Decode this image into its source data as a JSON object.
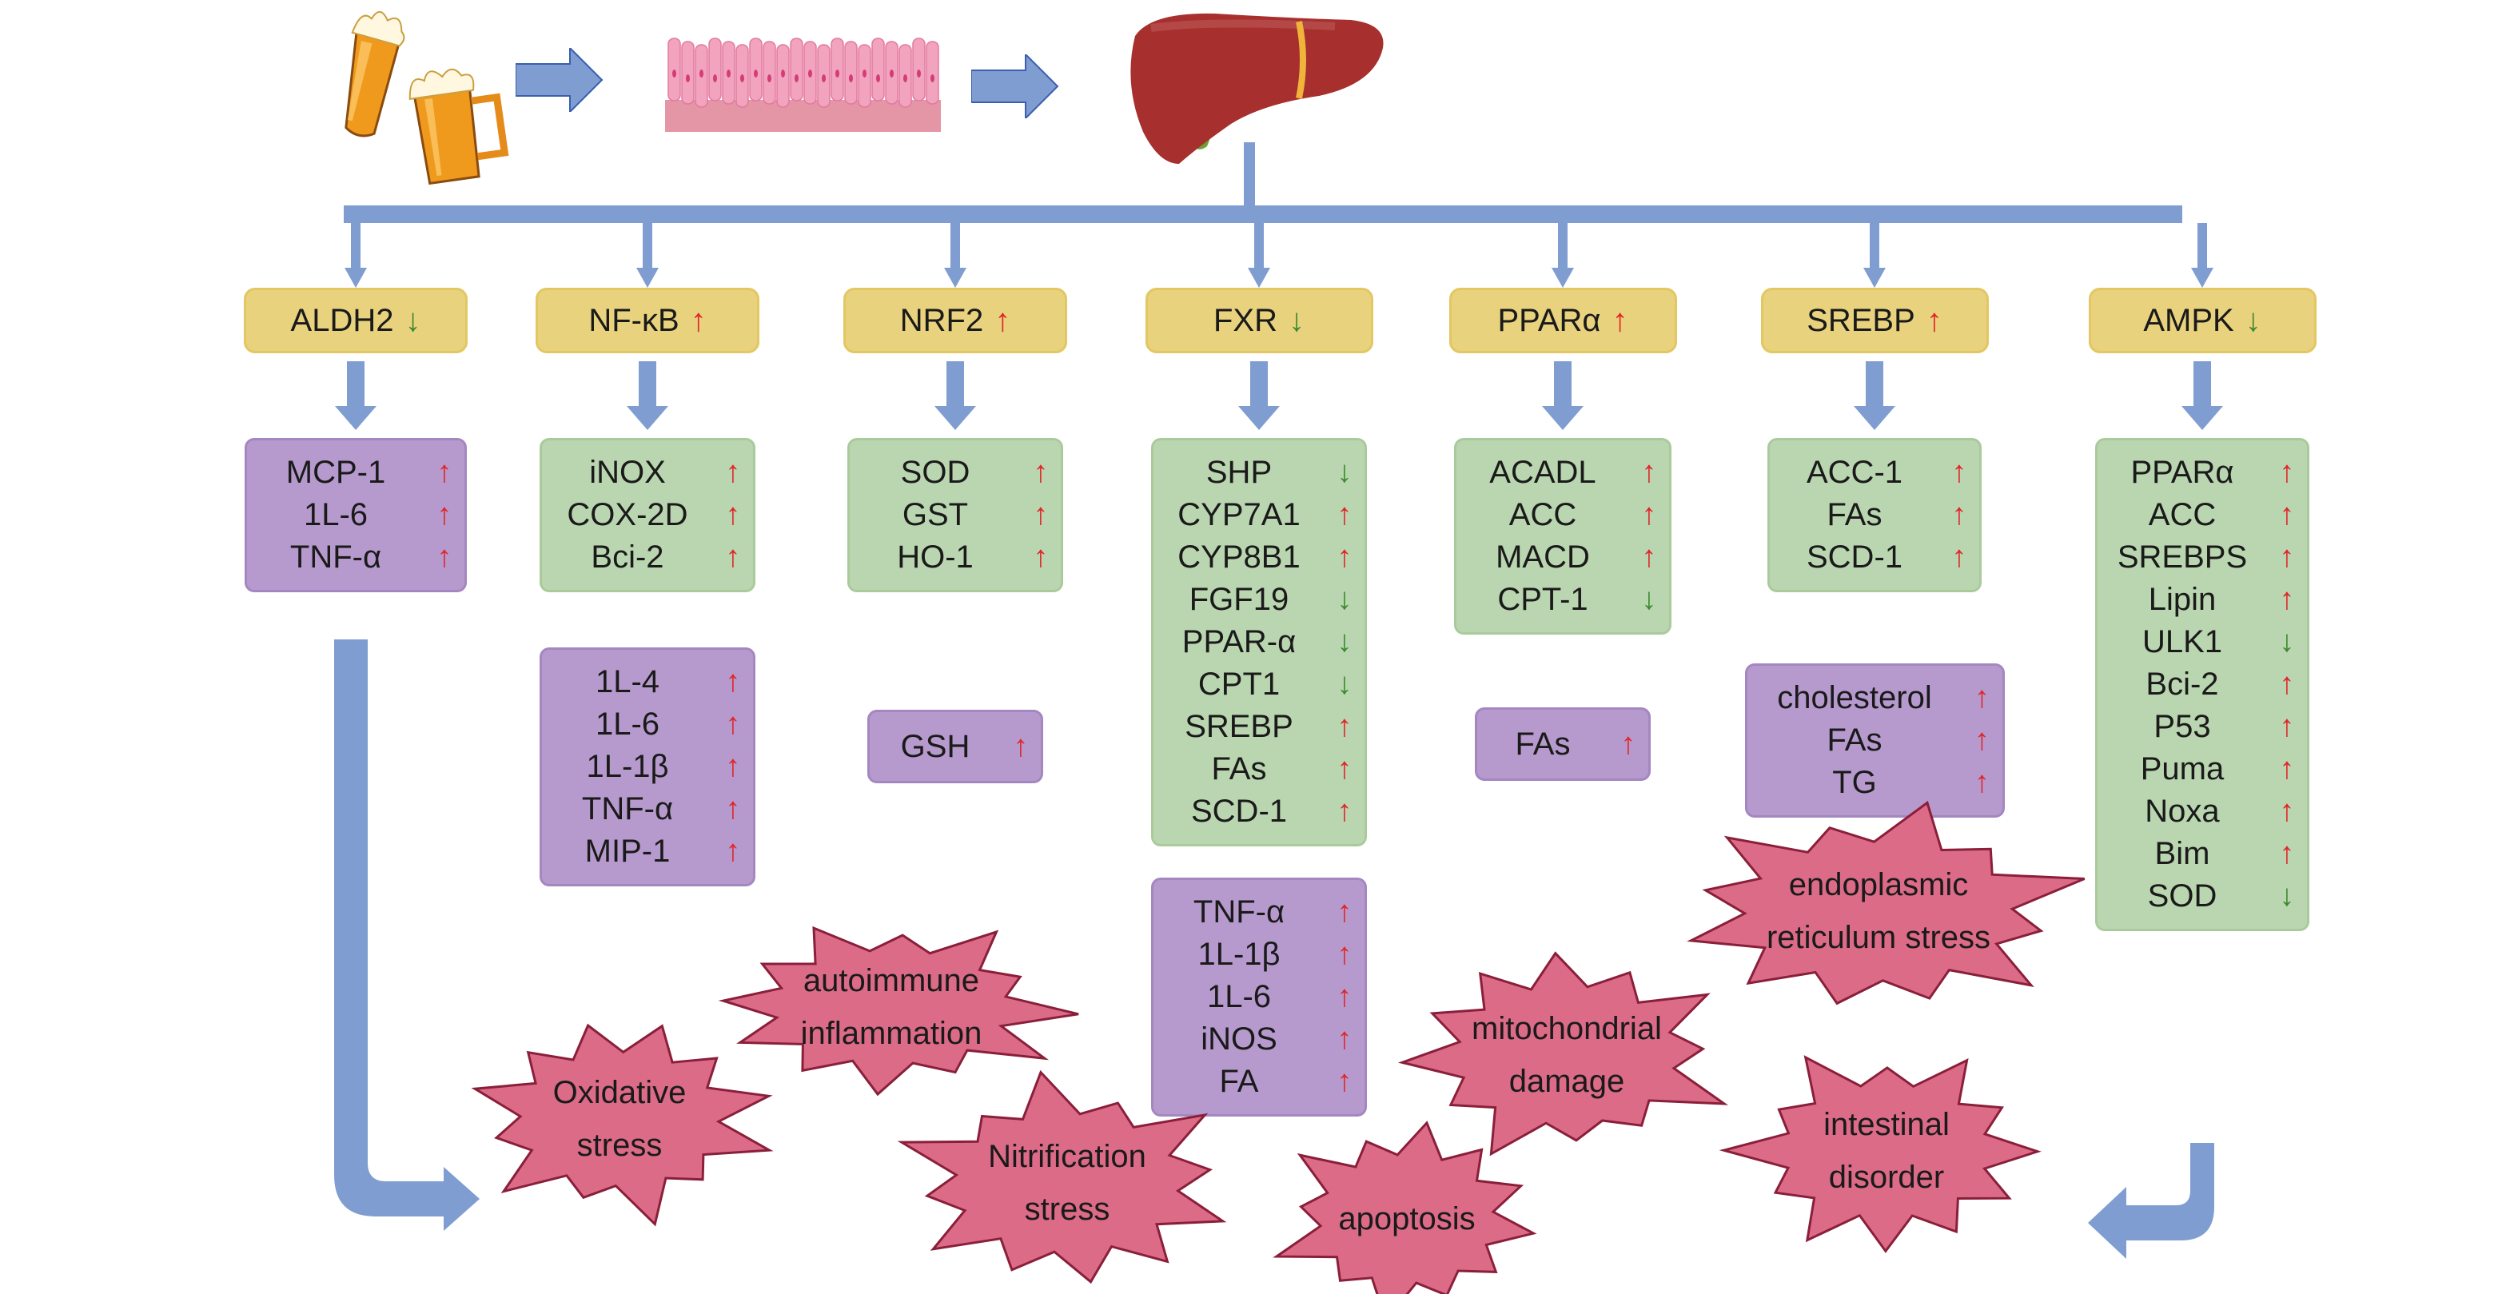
{
  "title": "Alcohol-induced liver injury signaling pathways",
  "top_flow": [
    {
      "name": "beer-mugs",
      "label": "Alcohol (beer)"
    },
    {
      "name": "intestinal-epithelium",
      "label": "Intestinal epithelium"
    },
    {
      "name": "liver",
      "label": "Liver"
    }
  ],
  "colors": {
    "arrow_blue": "#7f9dd0",
    "gene_box": "#e9d27d",
    "green_box": "#bad6b0",
    "purple_box": "#b69acd",
    "burst": "#dc6b88",
    "burst_stroke": "#8a1f3a",
    "up_arrow": "#e0262a",
    "down_arrow": "#3b8a2e"
  },
  "pathways": [
    {
      "gene": "ALDH2",
      "direction": "down",
      "boxes": [
        {
          "color": "purple",
          "items": [
            {
              "label": "MCP-1",
              "direction": "up"
            },
            {
              "label": "1L-6",
              "direction": "up"
            },
            {
              "label": "TNF-α",
              "direction": "up"
            }
          ]
        }
      ]
    },
    {
      "gene": "NF-κB",
      "direction": "up",
      "boxes": [
        {
          "color": "green",
          "items": [
            {
              "label": "iNOX",
              "direction": "up"
            },
            {
              "label": "COX-2D",
              "direction": "up"
            },
            {
              "label": "Bci-2",
              "direction": "up"
            }
          ]
        },
        {
          "color": "purple",
          "items": [
            {
              "label": "1L-4",
              "direction": "up"
            },
            {
              "label": "1L-6",
              "direction": "up"
            },
            {
              "label": "1L-1β",
              "direction": "up"
            },
            {
              "label": "TNF-α",
              "direction": "up"
            },
            {
              "label": "MIP-1",
              "direction": "up"
            }
          ]
        }
      ]
    },
    {
      "gene": "NRF2",
      "direction": "up",
      "boxes": [
        {
          "color": "green",
          "items": [
            {
              "label": "SOD",
              "direction": "up"
            },
            {
              "label": "GST",
              "direction": "up"
            },
            {
              "label": "HO-1",
              "direction": "up"
            }
          ]
        },
        {
          "color": "purple",
          "items": [
            {
              "label": "GSH",
              "direction": "up"
            }
          ]
        }
      ]
    },
    {
      "gene": "FXR",
      "direction": "down",
      "boxes": [
        {
          "color": "green",
          "items": [
            {
              "label": "SHP",
              "direction": "down"
            },
            {
              "label": "CYP7A1",
              "direction": "up"
            },
            {
              "label": "CYP8B1",
              "direction": "up"
            },
            {
              "label": "FGF19",
              "direction": "down"
            },
            {
              "label": "PPAR-α",
              "direction": "down"
            },
            {
              "label": "CPT1",
              "direction": "down"
            },
            {
              "label": "SREBP",
              "direction": "up"
            },
            {
              "label": "FAs",
              "direction": "up"
            },
            {
              "label": "SCD-1",
              "direction": "up"
            }
          ]
        },
        {
          "color": "purple",
          "items": [
            {
              "label": "TNF-α",
              "direction": "up"
            },
            {
              "label": "1L-1β",
              "direction": "up"
            },
            {
              "label": "1L-6",
              "direction": "up"
            },
            {
              "label": "iNOS",
              "direction": "up"
            },
            {
              "label": "FA",
              "direction": "up"
            }
          ]
        }
      ]
    },
    {
      "gene": "PPARα",
      "direction": "up",
      "boxes": [
        {
          "color": "green",
          "items": [
            {
              "label": "ACADL",
              "direction": "up"
            },
            {
              "label": "ACC",
              "direction": "up"
            },
            {
              "label": "MACD",
              "direction": "up"
            },
            {
              "label": "CPT-1",
              "direction": "down"
            }
          ]
        },
        {
          "color": "purple",
          "items": [
            {
              "label": "FAs",
              "direction": "up"
            }
          ]
        }
      ]
    },
    {
      "gene": "SREBP",
      "direction": "up",
      "boxes": [
        {
          "color": "green",
          "items": [
            {
              "label": "ACC-1",
              "direction": "up"
            },
            {
              "label": "FAs",
              "direction": "up"
            },
            {
              "label": "SCD-1",
              "direction": "up"
            }
          ]
        },
        {
          "color": "purple",
          "items": [
            {
              "label": "cholesterol",
              "direction": "up"
            },
            {
              "label": "FAs",
              "direction": "up"
            },
            {
              "label": "TG",
              "direction": "up"
            }
          ]
        }
      ]
    },
    {
      "gene": "AMPK",
      "direction": "down",
      "boxes": [
        {
          "color": "green",
          "items": [
            {
              "label": "PPARα",
              "direction": "up"
            },
            {
              "label": "ACC",
              "direction": "up"
            },
            {
              "label": "SREBPS",
              "direction": "up"
            },
            {
              "label": "Lipin",
              "direction": "up"
            },
            {
              "label": "ULK1",
              "direction": "down"
            },
            {
              "label": "Bci-2",
              "direction": "up"
            },
            {
              "label": "P53",
              "direction": "up"
            },
            {
              "label": "Puma",
              "direction": "up"
            },
            {
              "label": "Noxa",
              "direction": "up"
            },
            {
              "label": "Bim",
              "direction": "up"
            },
            {
              "label": "SOD",
              "direction": "down"
            }
          ]
        }
      ]
    }
  ],
  "outcomes": [
    {
      "id": "oxidative-stress",
      "lines": [
        "Oxidative",
        "stress"
      ]
    },
    {
      "id": "autoimmune-inflammation",
      "lines": [
        "autoimmune",
        "inflammation"
      ]
    },
    {
      "id": "nitrification-stress",
      "lines": [
        "Nitrification",
        "stress"
      ]
    },
    {
      "id": "apoptosis",
      "lines": [
        "apoptosis"
      ]
    },
    {
      "id": "mitochondrial-damage",
      "lines": [
        "mitochondrial",
        "damage"
      ]
    },
    {
      "id": "endoplasmic-reticulum-stress",
      "lines": [
        "endoplasmic",
        "reticulum stress"
      ]
    },
    {
      "id": "intestinal-disorder",
      "lines": [
        "intestinal",
        "disorder"
      ]
    }
  ],
  "arrow_glyphs": {
    "up": "↑",
    "down": "↓"
  }
}
